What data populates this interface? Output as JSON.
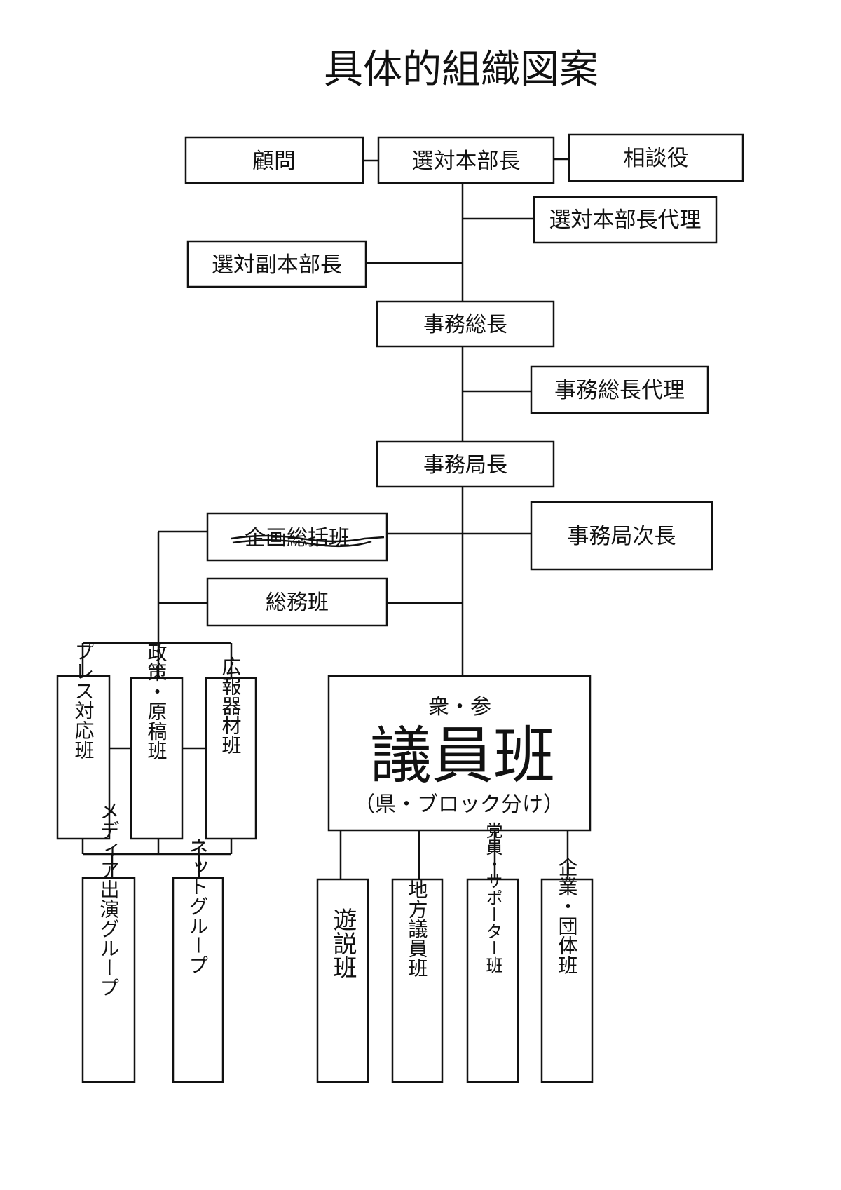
{
  "title": "具体的組織図案",
  "nodes": {
    "komon": "顧問",
    "hombucho": "選対本部長",
    "sodanyaku": "相談役",
    "hombucho_dairi": "選対本部長代理",
    "fuku_hombucho": "選対副本部長",
    "jimu_socho": "事務総長",
    "jimu_socho_dairi": "事務総長代理",
    "jimukyokucho": "事務局長",
    "kikaku_sokatsu": "企画総括班",
    "jimukyoku_jicho": "事務局次長",
    "somu": "総務班",
    "press": "プレス対応班",
    "seisaku": "政策・原稿班",
    "koho": "広報器材班",
    "giin_top": "衆・参",
    "giin_main": "議員班",
    "giin_sub": "（県・ブロック分け）",
    "media": "メディア出演グループ",
    "net": "ネットグループ",
    "yuzei": "遊説班",
    "chiho": "地方議員班",
    "toin": "党員・サポーター班",
    "kigyo": "企業・団体班"
  }
}
